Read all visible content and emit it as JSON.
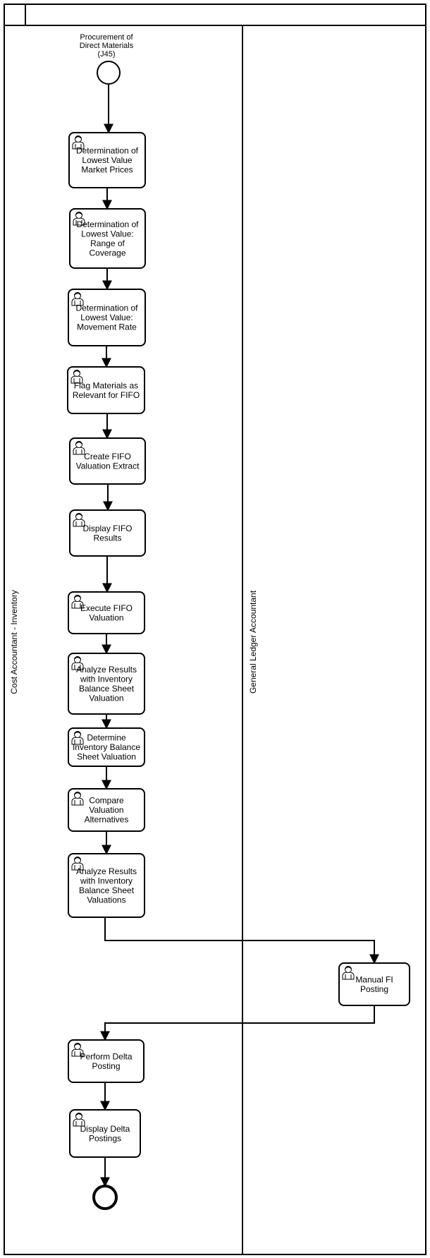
{
  "pool": {
    "title": "",
    "lanes": [
      {
        "id": "cost",
        "label": "Cost Accountant - Inventory"
      },
      {
        "id": "gl",
        "label": "General Ledger Accountant"
      }
    ]
  },
  "start_event": {
    "label": [
      "Procurement of",
      "Direct Materials",
      "(J45)"
    ]
  },
  "tasks": [
    {
      "id": "t1",
      "lines": [
        "Determination of",
        "Lowest Value",
        "Market Prices"
      ]
    },
    {
      "id": "t2",
      "lines": [
        "Determination of",
        "Lowest Value:",
        "Range of",
        "Coverage"
      ]
    },
    {
      "id": "t3",
      "lines": [
        "Determination of",
        "Lowest Value:",
        "Movement Rate"
      ]
    },
    {
      "id": "t4",
      "lines": [
        "Flag Materials as",
        "Relevant for FIFO"
      ]
    },
    {
      "id": "t5",
      "lines": [
        "Create FIFO",
        "Valuation Extract"
      ]
    },
    {
      "id": "t6",
      "lines": [
        "Display FIFO",
        "Results"
      ]
    },
    {
      "id": "t7",
      "lines": [
        "Execute FIFO",
        "Valuation"
      ]
    },
    {
      "id": "t8",
      "lines": [
        "Analyze Results",
        "with Inventory",
        "Balance Sheet",
        "Valuation"
      ]
    },
    {
      "id": "t9",
      "lines": [
        "Determine",
        "Inventory Balance",
        "Sheet Valuation"
      ]
    },
    {
      "id": "t10",
      "lines": [
        "Compare",
        "Valuation",
        "Alternatives"
      ]
    },
    {
      "id": "t11",
      "lines": [
        "Analyze Results",
        "with Inventory",
        "Balance Sheet",
        "Valuations"
      ]
    },
    {
      "id": "t12",
      "lines": [
        "Manual FI",
        "Posting"
      ]
    },
    {
      "id": "t13",
      "lines": [
        "Perform Delta",
        "Posting"
      ]
    },
    {
      "id": "t14",
      "lines": [
        "Display Delta",
        "Postings"
      ]
    }
  ],
  "icons": {
    "task_type": "user-icon"
  },
  "colors": {
    "stroke": "#000000",
    "fill": "#ffffff"
  }
}
